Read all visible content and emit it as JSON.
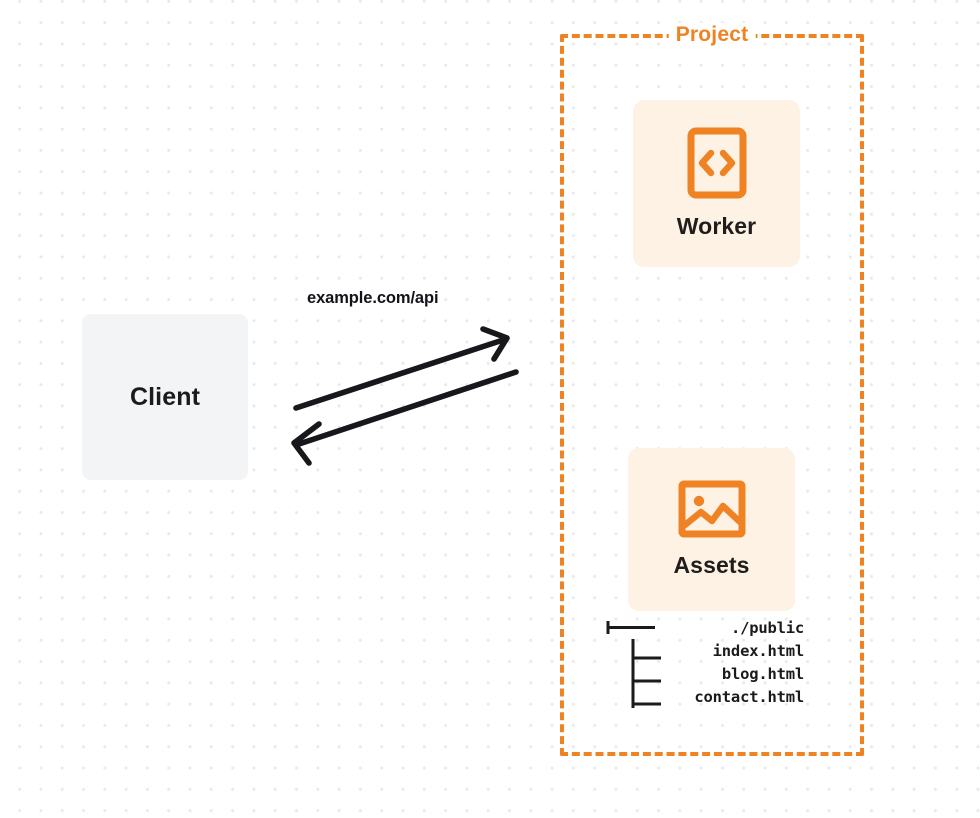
{
  "diagram": {
    "title": "Project",
    "colors": {
      "accent_orange": "#EF8324",
      "card_background": "#FDF2E4",
      "client_background": "#F3F4F6",
      "text_dark": "#1B1B1B",
      "canvas_background": "#FFFFFF"
    }
  },
  "client": {
    "label": "Client",
    "icon": "client-box"
  },
  "connection": {
    "label": "example.com/api",
    "request_direction": "client-to-project",
    "response_direction": "project-to-client",
    "arrow_request_name": "request-arrow",
    "arrow_response_name": "response-arrow"
  },
  "project": {
    "title": "Project",
    "services": [
      {
        "label": "Worker",
        "icon": "code-brackets-icon"
      },
      {
        "label": "Assets",
        "icon": "image-icon"
      }
    ]
  },
  "file_tree": {
    "rows": [
      {
        "connector": "branch",
        "label": "./public"
      },
      {
        "connector": "child",
        "label": "index.html"
      },
      {
        "connector": "child",
        "label": "blog.html"
      },
      {
        "connector": "child",
        "label": "contact.html"
      }
    ]
  }
}
